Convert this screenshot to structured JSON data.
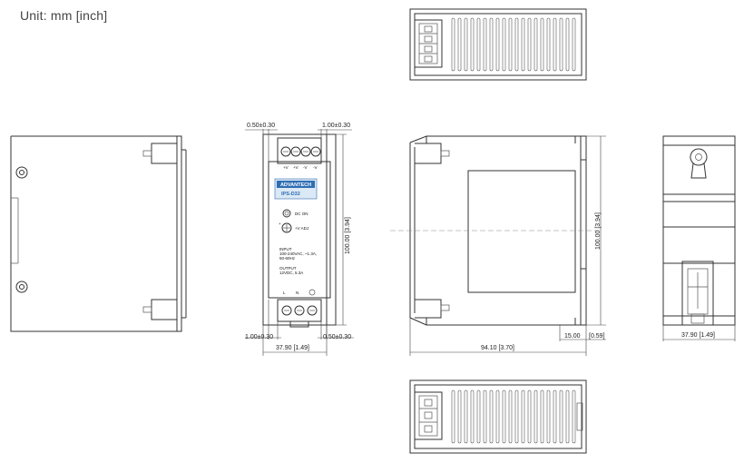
{
  "unit_label": "Unit: mm  [inch]",
  "front_view": {
    "brand": "ADVANTECH",
    "model": "IPS-D32",
    "dc_on": "DC ON",
    "v_adj": "+V ADJ",
    "input_title": "INPUT",
    "input_line1": "100-240VAC, ~1.3A,",
    "input_line2": "50-60Hz",
    "output_title": "OUTPUT",
    "output_line1": "12VDC, 5.3A",
    "term_l": "L",
    "term_n": "N",
    "top_term_labels": [
      "+V",
      "+V",
      "-V",
      "-V"
    ]
  },
  "dimensions": {
    "front_top_left": "0.50±0.30",
    "front_top_right": "1.00±0.30",
    "front_bottom_left": "1.00±0.30",
    "front_bottom_right": "0.50±0.30",
    "front_width": "37.90 [1.49]",
    "front_height": "100.00 [3.94]",
    "side_width": "94.10 [3.70]",
    "side_height": "100.00 [3.94]",
    "side_offset": "15.00",
    "side_offset_inch": "[0.59]",
    "back_width": "37.90 [1.49]"
  },
  "colors": {
    "label_blue": "#2f6db3",
    "label_blue_light": "#dbe8f5"
  }
}
